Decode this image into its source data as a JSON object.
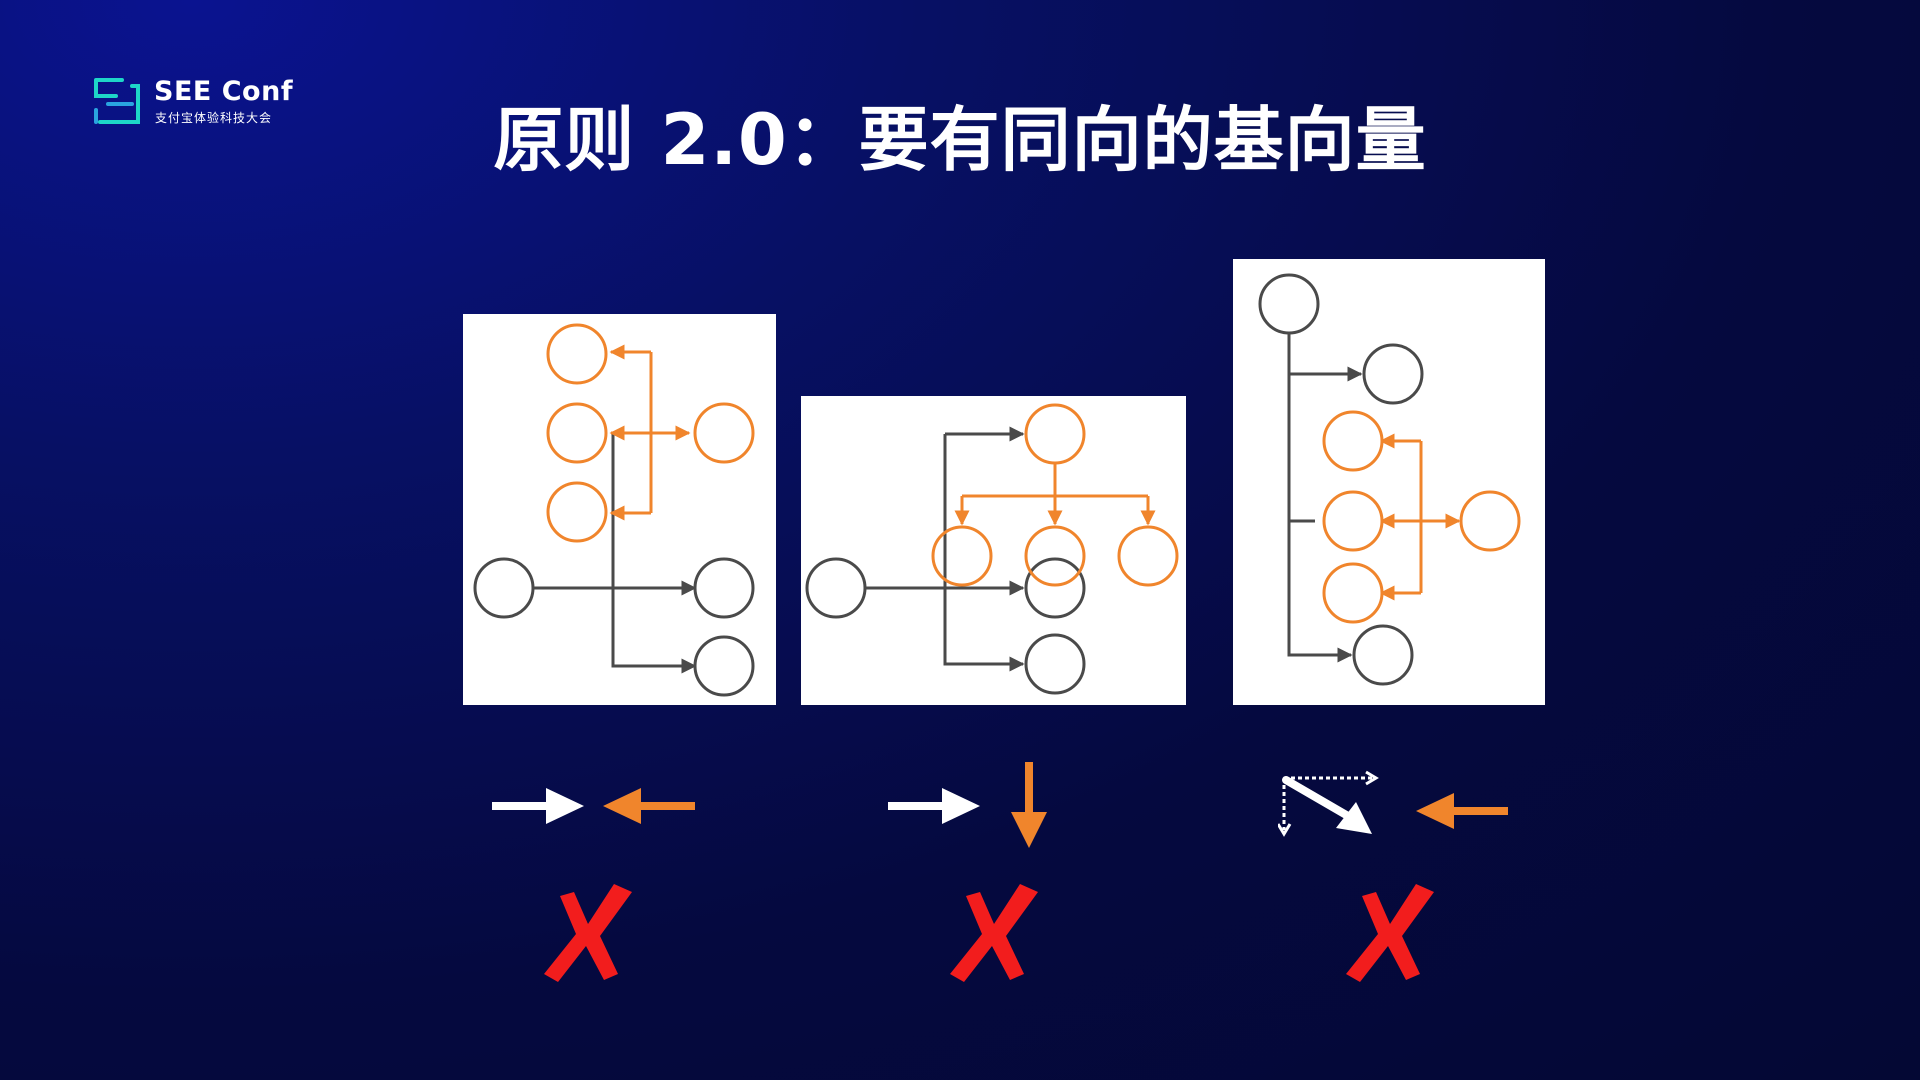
{
  "slide": {
    "title": "原则 2.0：要有同向的基向量",
    "background": "#05093f"
  },
  "logo": {
    "name": "SEE Conf",
    "subtitle": "支付宝体验科技大会",
    "icon": "see-conf-logo-icon",
    "accent": "#1ed6c8"
  },
  "colors": {
    "orange": "#f0852c",
    "gray": "#4a4a4a",
    "cross_red": "#f21d1d",
    "white": "#ffffff"
  },
  "panels": [
    {
      "name": "diagram-left",
      "icon_left": "right-arrow-icon",
      "icon_right": "left-arrow-orange-icon",
      "verdict": "cross-mark-icon"
    },
    {
      "name": "diagram-middle",
      "icon_left": "right-arrow-icon",
      "icon_right": "down-arrow-orange-icon",
      "verdict": "cross-mark-icon"
    },
    {
      "name": "diagram-right",
      "icon_left": "diagonal-arrow-icon",
      "icon_right": "left-arrow-orange-icon",
      "verdict": "cross-mark-icon"
    }
  ]
}
